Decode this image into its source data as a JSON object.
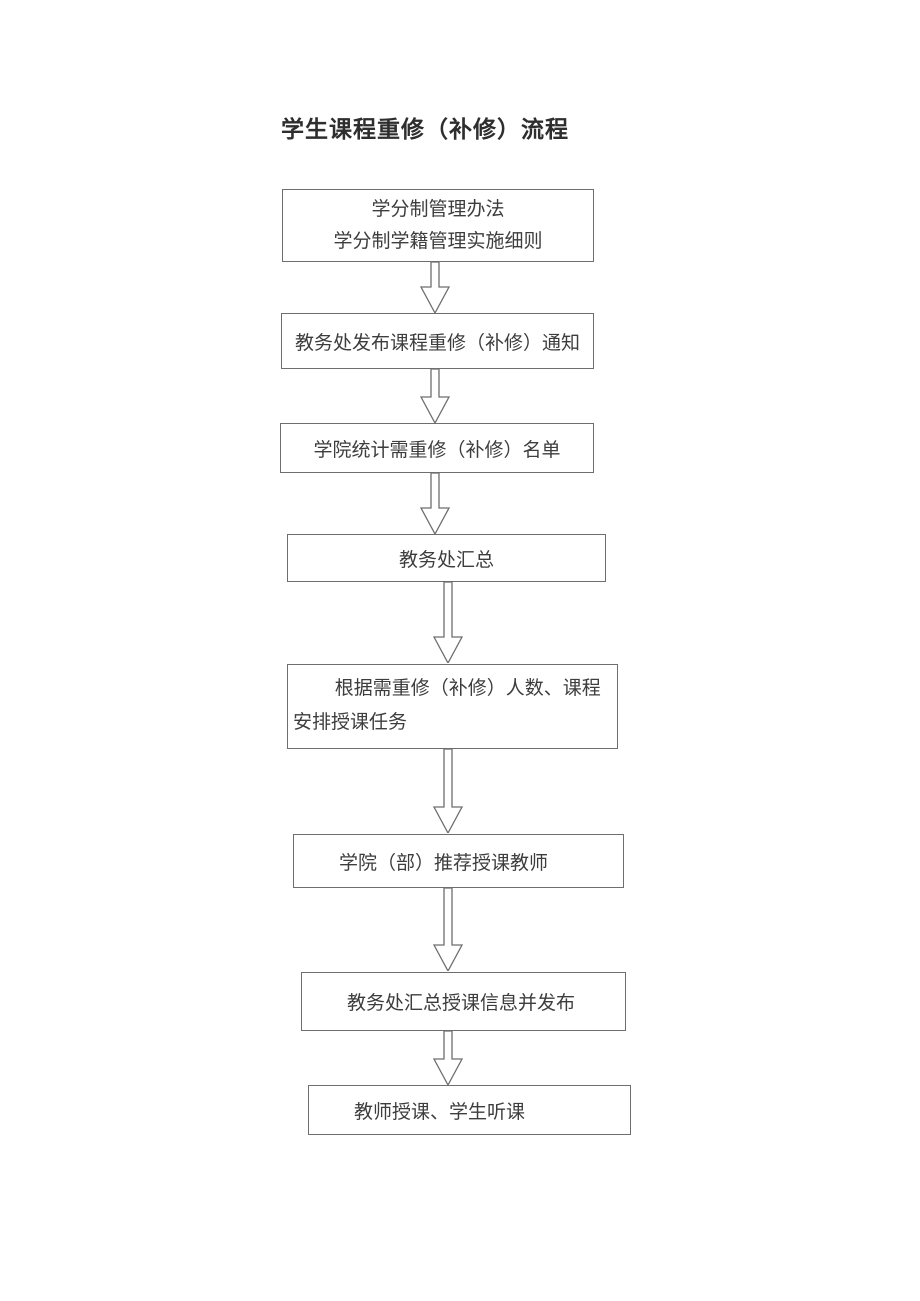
{
  "page": {
    "title": "学生课程重修（补修）流程"
  },
  "flowchart": {
    "nodes": [
      {
        "line1": "学分制管理办法",
        "line2": "学分制学籍管理实施细则"
      },
      {
        "text": "教务处发布课程重修（补修）通知"
      },
      {
        "text": "学院统计需重修（补修）名单"
      },
      {
        "text": "教务处汇总"
      },
      {
        "text": "根据需重修（补修）人数、课程安排授课任务"
      },
      {
        "text": "学院（部）推荐授课教师"
      },
      {
        "text": "教务处汇总授课信息并发布"
      },
      {
        "text": "教师授课、学生听课"
      }
    ],
    "colors": {
      "border": "#6e6e6e",
      "text": "#3d3d3d",
      "background": "#ffffff"
    }
  }
}
